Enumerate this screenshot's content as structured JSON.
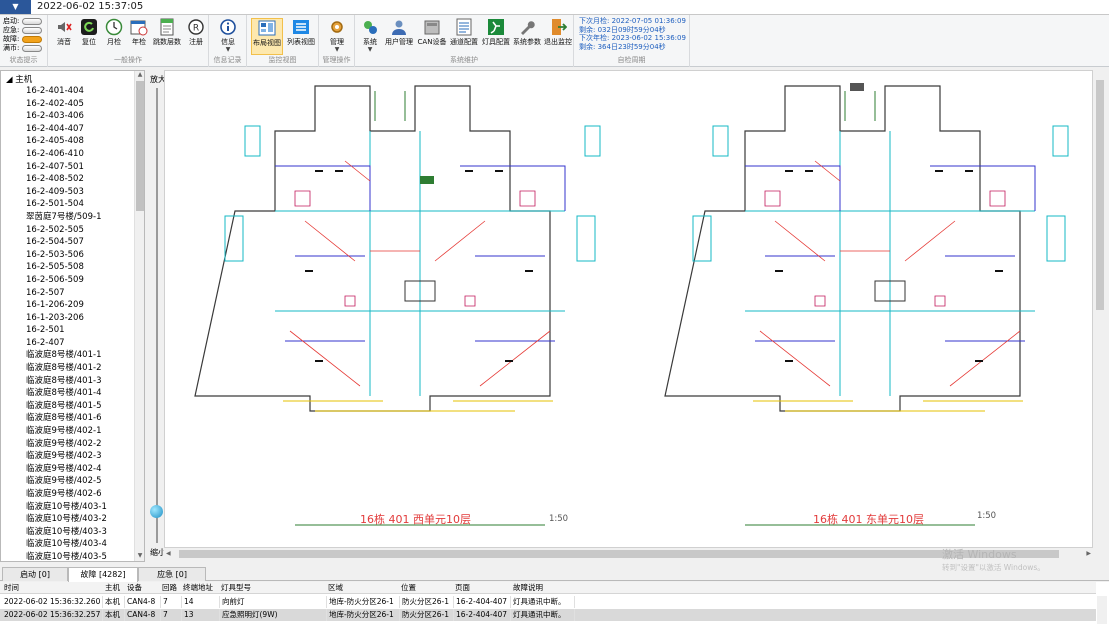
{
  "titlebar": {
    "menu_glyph": "▼",
    "datetime": "2022-06-02 15:37:05"
  },
  "ribbon": {
    "status_group": {
      "rows": [
        {
          "label": "启动:",
          "color": "#e8e8e8"
        },
        {
          "label": "应急:",
          "color": "#e8e8e8"
        },
        {
          "label": "故障:",
          "color": "#f2a21b"
        },
        {
          "label": "满帀:",
          "color": "#e8e8e8"
        }
      ],
      "group_label": "状态提示"
    },
    "general_group": {
      "buttons": [
        "消音",
        "复位",
        "月检",
        "年检",
        "跳数层数",
        "注册"
      ],
      "group_label": "一般操作"
    },
    "info_group": {
      "buttons": [
        "信息"
      ],
      "group_label": "信息记录"
    },
    "view_group": {
      "buttons": [
        "布局视图",
        "列表视图"
      ],
      "group_label": "监控视图"
    },
    "manage_group": {
      "buttons": [
        "管理"
      ],
      "group_label": "管理操作"
    },
    "system_group": {
      "buttons": [
        "系统",
        "用户管理",
        "CAN设备",
        "通道配置",
        "灯具配置",
        "系统参数",
        "退出监控"
      ],
      "group_label": "系统维护"
    },
    "patrol": {
      "lines": [
        "下次月检: 2022-07-05 01:36:09",
        "剩余: 032日09时59分04秒",
        "下次年检: 2023-06-02 15:36:09",
        "剩余: 364日23时59分04秒"
      ],
      "group_label": "自检周期"
    },
    "colors": {
      "active_bg": "#fde8ae",
      "patrol_text": "#1f5fbf",
      "fault_lamp": "#f2a21b"
    }
  },
  "tree": {
    "root": "主机",
    "root_toggle": "◢",
    "items": [
      "16-2-401-404",
      "16-2-402-405",
      "16-2-403-406",
      "16-2-404-407",
      "16-2-405-408",
      "16-2-406-410",
      "16-2-407-501",
      "16-2-408-502",
      "16-2-409-503",
      "16-2-501-504",
      "翠茵庭7号楼/509-1",
      "16-2-502-505",
      "16-2-504-507",
      "16-2-503-506",
      "16-2-505-508",
      "16-2-506-509",
      "16-2-507",
      "16-1-206-209",
      "16-1-203-206",
      "16-2-501",
      "16-2-407",
      "临波庭8号楼/401-1",
      "临波庭8号楼/401-2",
      "临波庭8号楼/401-3",
      "临波庭8号楼/401-4",
      "临波庭8号楼/401-5",
      "临波庭8号楼/401-6",
      "临波庭9号楼/402-1",
      "临波庭9号楼/402-2",
      "临波庭9号楼/402-3",
      "临波庭9号楼/402-4",
      "临波庭9号楼/402-5",
      "临波庭9号楼/402-6",
      "临波庭10号楼/403-1",
      "临波庭10号楼/403-2",
      "临波庭10号楼/403-3",
      "临波庭10号楼/403-4",
      "临波庭10号楼/403-5"
    ]
  },
  "zoom": {
    "in_label": "放大",
    "out_label": "缩小",
    "level": 0.07
  },
  "drawing": {
    "left_caption": "16栋 401 西单元10层",
    "right_caption": "16栋 401 东单元10层",
    "scale_left": "1:50",
    "scale_right": "1:50",
    "caption_color": "#e23b3b"
  },
  "watermark": {
    "title": "激活 Windows",
    "sub": "转到\"设置\"以激活 Windows。"
  },
  "tabs": [
    {
      "label": "启动 [0]",
      "active": false
    },
    {
      "label": "故障 [4282]",
      "active": true
    },
    {
      "label": "应急 [0]",
      "active": false
    }
  ],
  "table": {
    "columns": [
      "时间",
      "主机",
      "设备",
      "回路",
      "终端地址",
      "灯具型号",
      "区域",
      "位置",
      "页面",
      "故障说明"
    ],
    "rows": [
      [
        "2022-06-02 15:36:32.260",
        "本机",
        "CAN4-8",
        "7",
        "14",
        "向前灯",
        "地库-防火分区26-1",
        "防火分区26-1",
        "16-2-404-407",
        "灯具通讯中断。"
      ],
      [
        "2022-06-02 15:36:32.257",
        "本机",
        "CAN4-8",
        "7",
        "13",
        "应急照明灯(9W)",
        "地库-防火分区26-1",
        "防火分区26-1",
        "16-2-404-407",
        "灯具通讯中断。"
      ]
    ]
  }
}
